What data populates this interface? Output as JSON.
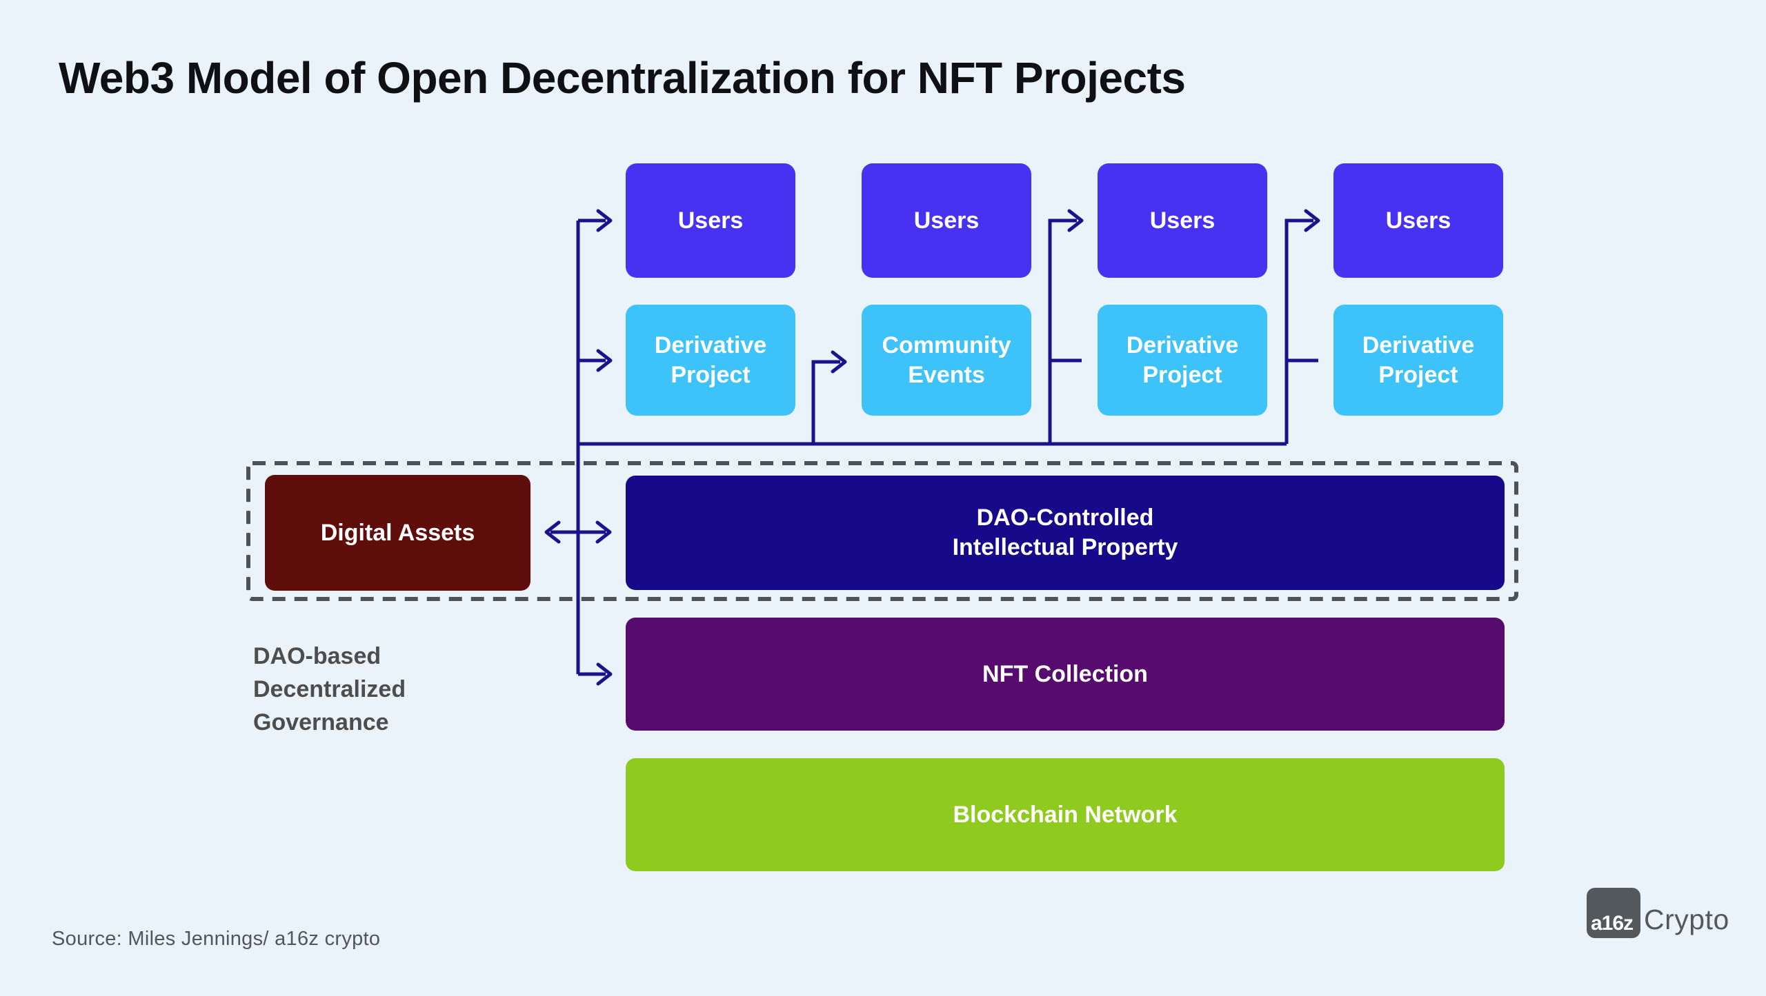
{
  "title": "Web3 Model of Open Decentralization for NFT Projects",
  "top_row": [
    {
      "label": "Users"
    },
    {
      "label": "Users"
    },
    {
      "label": "Users"
    },
    {
      "label": "Users"
    }
  ],
  "mid_row": [
    {
      "label": "Derivative\nProject"
    },
    {
      "label": "Community\nEvents"
    },
    {
      "label": "Derivative\nProject"
    },
    {
      "label": "Derivative\nProject"
    }
  ],
  "dao_group": {
    "digital_assets_label": "Digital Assets",
    "dao_ip_label": "DAO-Controlled\nIntellectual Property",
    "caption": "DAO-based\nDecentralized\nGovernance"
  },
  "layers": {
    "nft_label": "NFT Collection",
    "blockchain_label": "Blockchain Network"
  },
  "source": "Source:  Miles Jennings/ a16z crypto",
  "logo": {
    "badge": "a16z",
    "wordmark": "Crypto"
  },
  "colors": {
    "background": "#EBF3FA",
    "users": "#4632F0",
    "derivative": "#3DC2FA",
    "digital_assets": "#5E0D0B",
    "dao_ip": "#16098A",
    "nft": "#570B6E",
    "blockchain": "#8FCB1E",
    "connector": "#1A128A",
    "dashed_border": "#4C5256",
    "caption_text": "#4D4D4D",
    "title_text": "#0E1014",
    "source_text": "#4F5660",
    "logo_gray": "#53585C"
  }
}
